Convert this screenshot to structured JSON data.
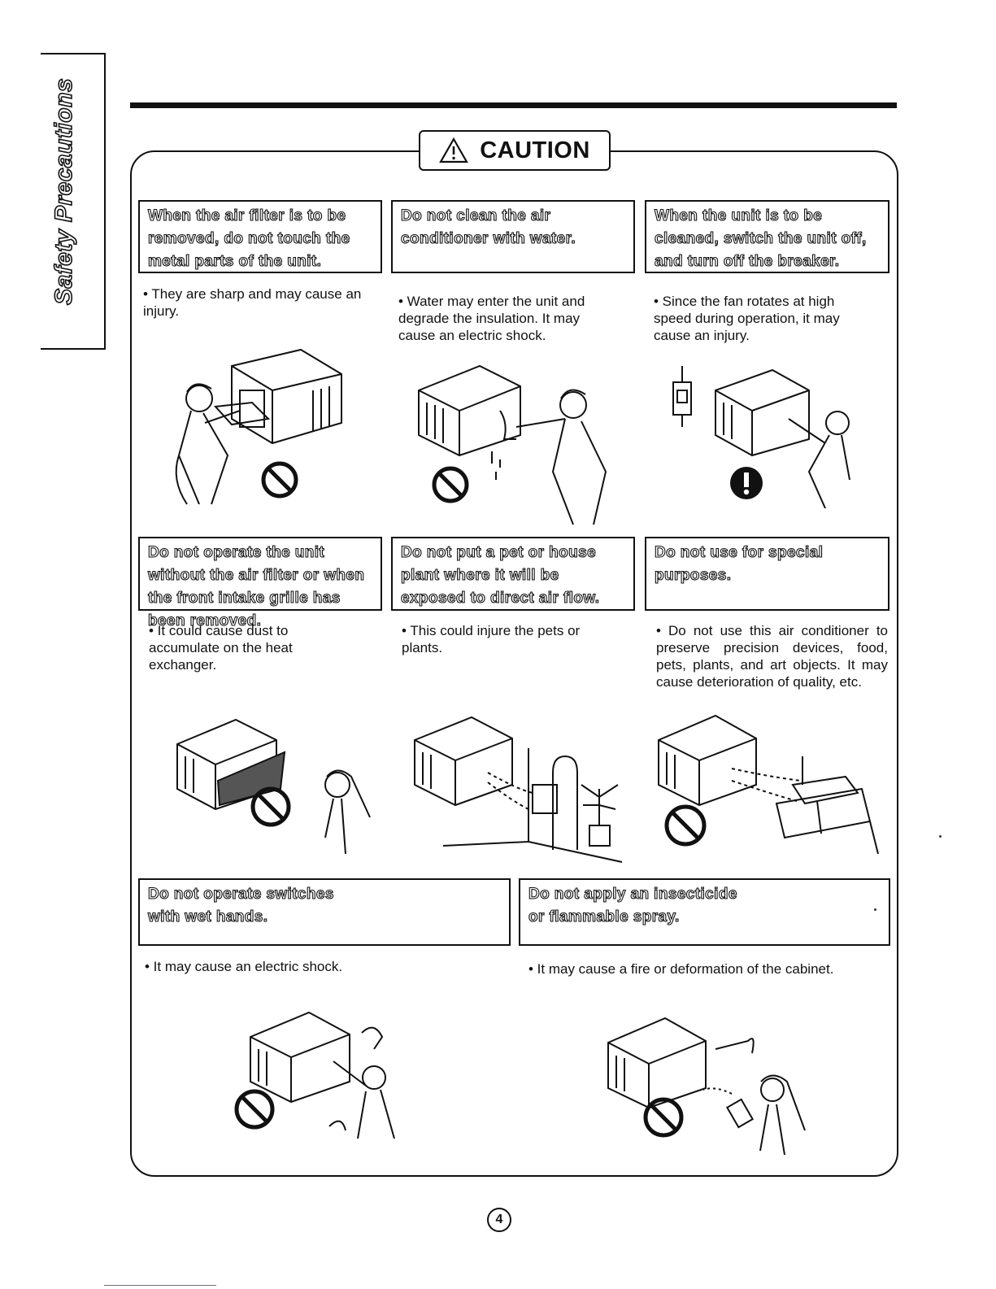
{
  "side_tab": {
    "title": "Safety Precautions"
  },
  "caution": {
    "label": "CAUTION",
    "icon": "warning-triangle-icon"
  },
  "sections": [
    {
      "heading": "When the air filter is to be removed, do not touch the metal parts of the unit.",
      "body": "• They are sharp and may cause an injury.",
      "symbol": "prohibition-icon"
    },
    {
      "heading": "Do not clean the air conditioner with water.",
      "body": "• Water may enter the unit and degrade the insulation. It may cause an electric shock.",
      "symbol": "prohibition-icon"
    },
    {
      "heading": "When the unit is to be cleaned, switch the unit off, and turn off the breaker.",
      "body": "• Since the fan rotates at high speed during operation, it may cause an injury.",
      "symbol": "mandatory-action-icon"
    },
    {
      "heading": "Do not operate the unit without the air filter or when the front intake grille has been removed.",
      "body": "• It could cause dust to accumulate on the heat exchanger.",
      "symbol": "prohibition-icon"
    },
    {
      "heading": "Do not put a pet or house plant where it will be exposed to direct air flow.",
      "body": "• This could injure the pets or plants.",
      "symbol": "none"
    },
    {
      "heading": "Do not use for special purposes.",
      "body": "• Do not use this air conditioner to preserve precision devices, food, pets, plants, and art objects. It may cause deterioration of quality, etc.",
      "symbol": "prohibition-icon"
    },
    {
      "heading": "Do not operate switches with wet hands.",
      "body": "• It may cause an electric shock.",
      "symbol": "prohibition-icon"
    },
    {
      "heading": "Do not apply an insecticide or flammable spray.",
      "body": "• It may cause a fire or deformation of the cabinet.",
      "symbol": "prohibition-icon"
    }
  ],
  "page_number": "4"
}
